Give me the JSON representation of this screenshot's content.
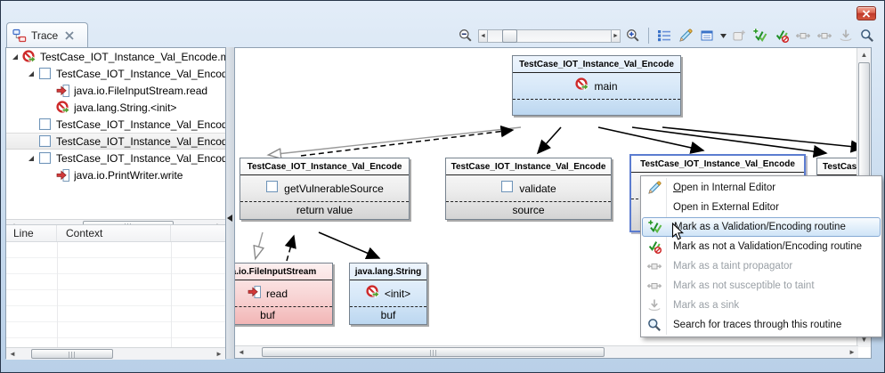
{
  "tab": {
    "label": "Trace"
  },
  "toolbar": {
    "items": [
      {
        "name": "zoom-out",
        "enabled": true
      },
      {
        "name": "zoom-slider",
        "enabled": true
      },
      {
        "name": "zoom-in",
        "enabled": true
      },
      {
        "name": "outline-list",
        "enabled": true
      },
      {
        "name": "open-editor",
        "enabled": true
      },
      {
        "name": "view-menu",
        "enabled": true
      },
      {
        "name": "add-routine",
        "enabled": false
      },
      {
        "name": "mark-validation",
        "enabled": true
      },
      {
        "name": "unmark-validation",
        "enabled": true
      },
      {
        "name": "mark-taint-propagator",
        "enabled": false
      },
      {
        "name": "mark-not-susceptible",
        "enabled": false
      },
      {
        "name": "mark-sink",
        "enabled": false
      },
      {
        "name": "search-traces",
        "enabled": true
      }
    ]
  },
  "tree": {
    "items": [
      {
        "label": "TestCase_IOT_Instance_Val_Encode.m",
        "icon": "taint-source-icon",
        "depth": 0,
        "expander": true,
        "selected": false
      },
      {
        "label": "TestCase_IOT_Instance_Val_Encod",
        "icon": "checkbox-icon",
        "depth": 1,
        "expander": true,
        "selected": false
      },
      {
        "label": "java.io.FileInputStream.read",
        "icon": "read-icon",
        "depth": 2,
        "expander": false,
        "selected": false
      },
      {
        "label": "java.lang.String.<init>",
        "icon": "taint-source-icon",
        "depth": 2,
        "expander": false,
        "selected": false
      },
      {
        "label": "TestCase_IOT_Instance_Val_Encod",
        "icon": "checkbox-icon",
        "depth": 1,
        "expander": false,
        "selected": false
      },
      {
        "label": "TestCase_IOT_Instance_Val_Encod",
        "icon": "checkbox-icon",
        "depth": 1,
        "expander": false,
        "selected": true
      },
      {
        "label": "TestCase_IOT_Instance_Val_Encod",
        "icon": "checkbox-icon",
        "depth": 1,
        "expander": true,
        "selected": false
      },
      {
        "label": "java.io.PrintWriter.write",
        "icon": "write-icon",
        "depth": 2,
        "expander": false,
        "selected": false
      }
    ]
  },
  "table": {
    "columns": [
      "Line",
      "Context"
    ]
  },
  "graph": {
    "nodes": [
      {
        "header": "TestCase_IOT_Instance_Val_Encode",
        "member": "main",
        "footer": "",
        "icon": "taint-source-icon",
        "variant": "blue"
      },
      {
        "header": "TestCase_IOT_Instance_Val_Encode",
        "member": "getVulnerableSource",
        "footer": "return value",
        "icon": "checkbox-icon",
        "variant": "gray"
      },
      {
        "header": "TestCase_IOT_Instance_Val_Encode",
        "member": "validate",
        "footer": "source",
        "icon": "checkbox-icon",
        "variant": "gray"
      },
      {
        "header": "TestCase_IOT_Instance_Val_Encode",
        "member": "",
        "footer": "",
        "variant": "gray",
        "selected": true
      },
      {
        "header": "TestCase_I",
        "member": "",
        "footer": "",
        "variant": "gray"
      },
      {
        "header": "java.io.FileInputStream",
        "member": "read",
        "footer": "buf",
        "icon": "read-icon",
        "variant": "pink"
      },
      {
        "header": "java.lang.String",
        "member": "<init>",
        "footer": "buf",
        "icon": "taint-source-icon",
        "variant": "blue"
      }
    ]
  },
  "context_menu": {
    "items": [
      {
        "label": "Open in Internal Editor",
        "icon": "pencil-icon",
        "enabled": true,
        "highlighted": false
      },
      {
        "label": "Open in External Editor",
        "icon": null,
        "enabled": true,
        "highlighted": false
      },
      {
        "label": "Mark as a Validation/Encoding routine",
        "icon": "mark-validation-icon",
        "enabled": true,
        "highlighted": true
      },
      {
        "label": "Mark as not a Validation/Encoding routine",
        "icon": "unmark-validation-icon",
        "enabled": true,
        "highlighted": false
      },
      {
        "label": "Mark as a taint propagator",
        "icon": "taint-propagator-icon",
        "enabled": false,
        "highlighted": false
      },
      {
        "label": "Mark as not susceptible to taint",
        "icon": "not-susceptible-icon",
        "enabled": false,
        "highlighted": false
      },
      {
        "label": "Mark as a sink",
        "icon": "sink-icon",
        "enabled": false,
        "highlighted": false
      },
      {
        "label": "Search for traces through this routine",
        "icon": "search-icon",
        "enabled": true,
        "highlighted": false
      }
    ]
  },
  "colors": {
    "selection_border": "#5b7cd0",
    "node_blue": "#bcd7f0",
    "node_pink": "#f2b6b6",
    "node_gray": "#d4d4d4",
    "menu_highlight": "#cfe4f7",
    "close_button": "#c0392b"
  }
}
